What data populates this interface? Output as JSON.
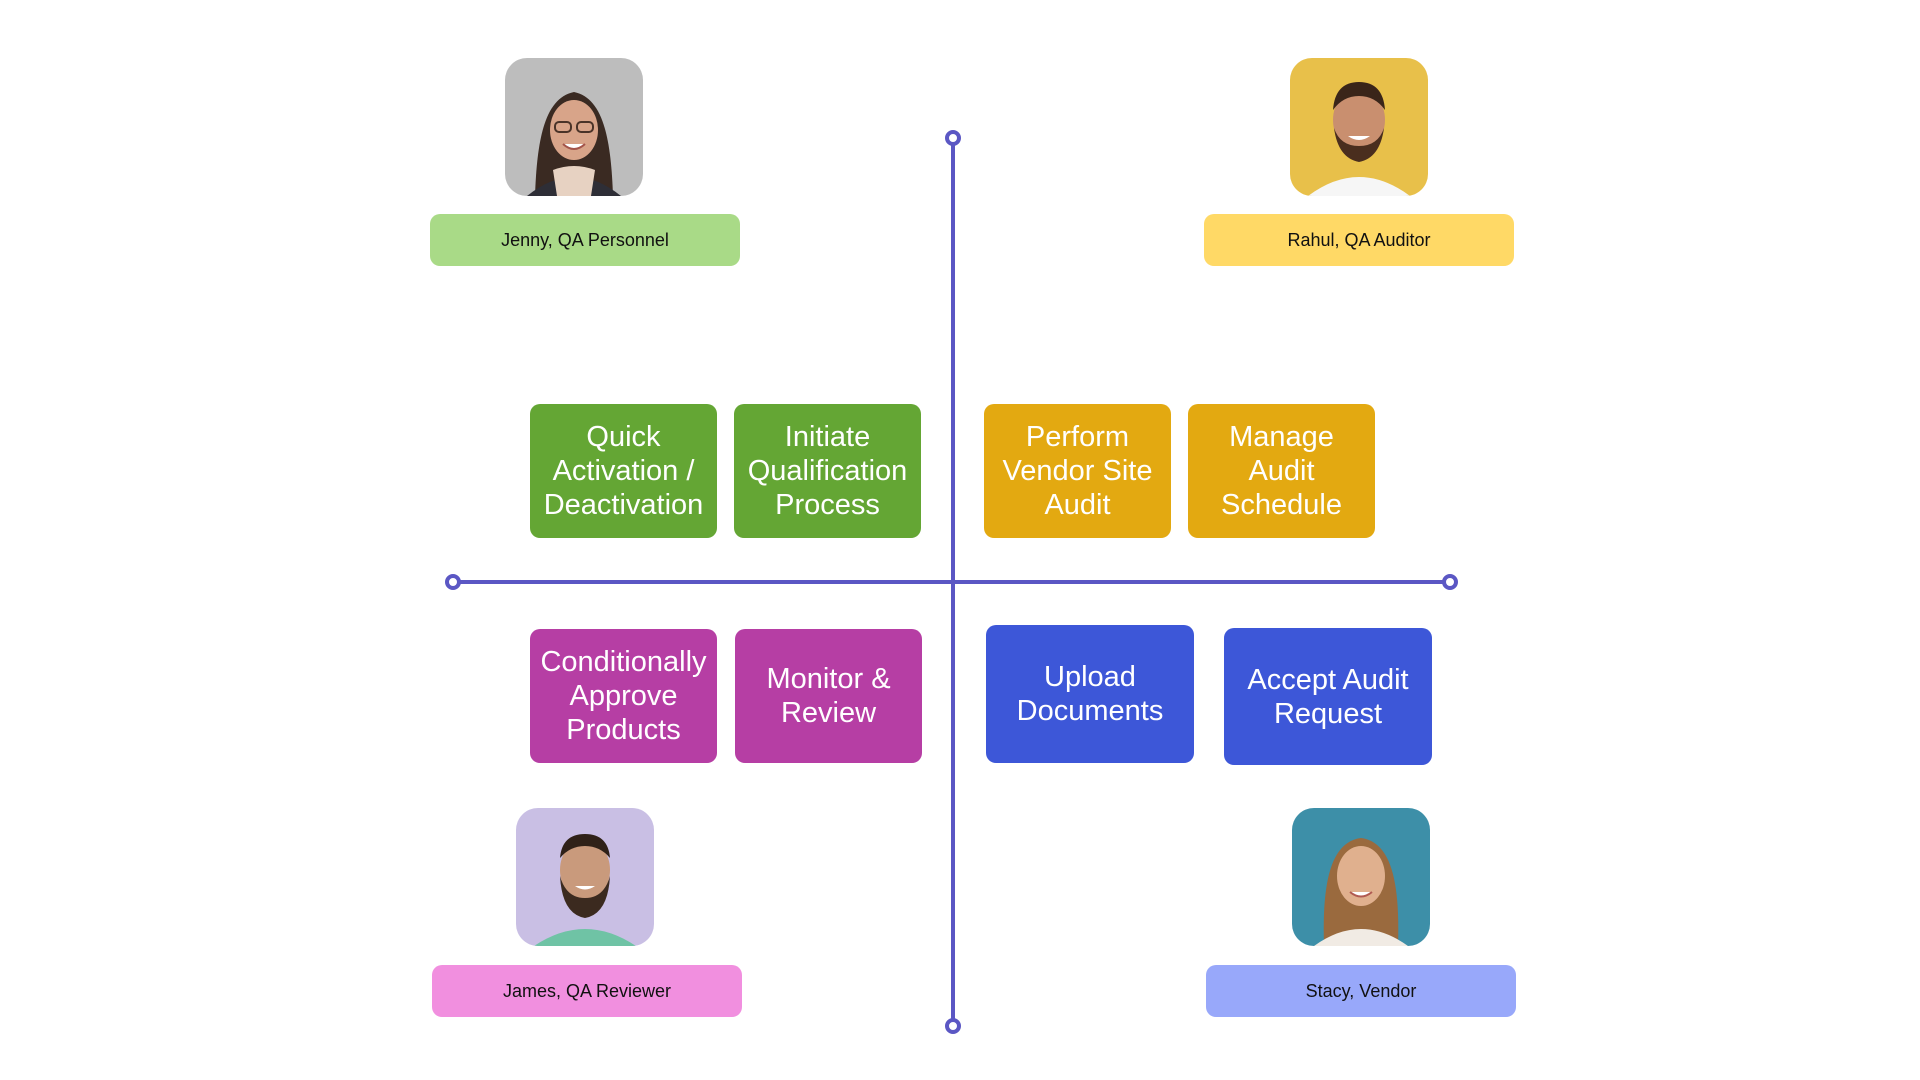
{
  "colors": {
    "axis": "#5b57c4",
    "qa_personnel_tag": "#a9da87",
    "qa_auditor_tag": "#ffd966",
    "qa_reviewer_tag": "#f18fdf",
    "vendor_tag": "#98a8fa",
    "green_card": "#64a634",
    "orange_card": "#e3a911",
    "magenta_card": "#b63ea4",
    "blue_card": "#3d57d8"
  },
  "personas": {
    "jenny": {
      "label": "Jenny, QA Personnel",
      "photo_icon": "person-photo"
    },
    "rahul": {
      "label": "Rahul, QA Auditor",
      "photo_icon": "person-photo"
    },
    "james": {
      "label": "James, QA Reviewer",
      "photo_icon": "person-photo"
    },
    "stacy": {
      "label": "Stacy, Vendor",
      "photo_icon": "person-photo"
    }
  },
  "tasks": {
    "quick": {
      "lines": [
        "Quick",
        "Activation /",
        "Deactivation"
      ]
    },
    "initiate": {
      "lines": [
        "Initiate",
        "Qualification",
        "Process"
      ]
    },
    "perform": {
      "lines": [
        "Perform",
        "Vendor Site",
        "Audit"
      ]
    },
    "manage": {
      "lines": [
        "Manage",
        "Audit",
        "Schedule"
      ]
    },
    "conditional": {
      "lines": [
        "Conditionally",
        "Approve",
        "Products"
      ]
    },
    "monitor": {
      "lines": [
        "Monitor &",
        "Review"
      ]
    },
    "upload": {
      "lines": [
        "Upload",
        "Documents"
      ]
    },
    "accept": {
      "lines": [
        "Accept Audit",
        "Request"
      ]
    }
  }
}
